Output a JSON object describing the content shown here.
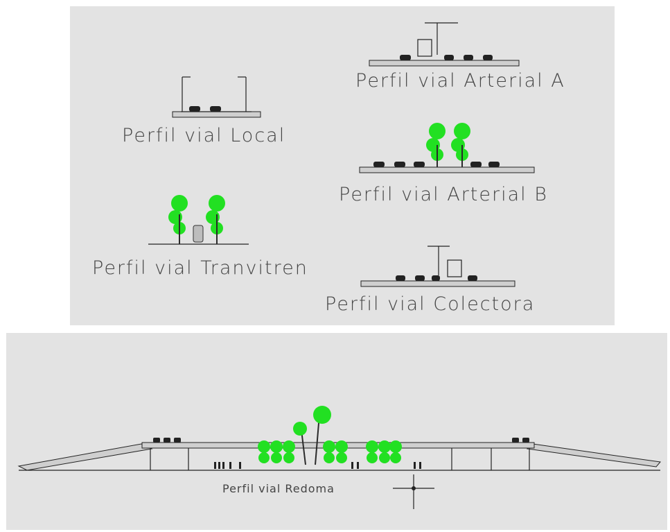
{
  "profiles": {
    "local": "Perfil vial Local",
    "arterial_a": "Perfil vial Arterial A",
    "arterial_b": "Perfil vial Arterial B",
    "tranvitren": "Perfil vial Tranvitren",
    "colectora": "Perfil vial Colectora",
    "redoma": "Perfil vial Redoma"
  },
  "colors": {
    "panel_bg": "#e3e3e3",
    "tree_green": "#22e022",
    "line": "#222222"
  }
}
